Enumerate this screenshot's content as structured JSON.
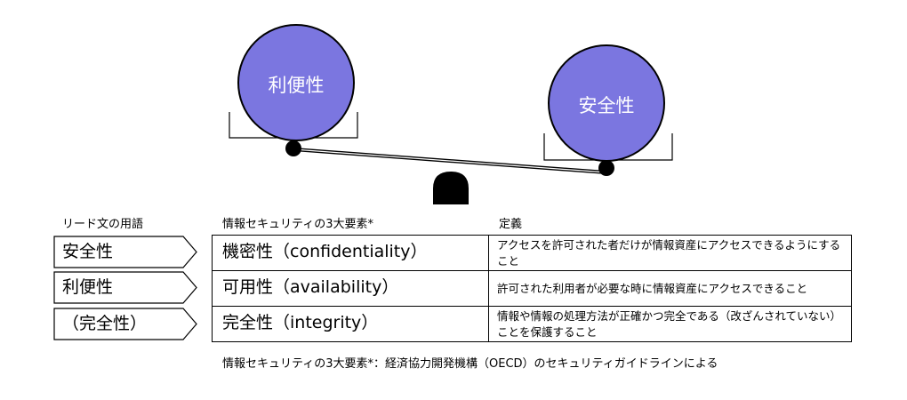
{
  "scale": {
    "left_ball_label": "利便性",
    "right_ball_label": "安全性",
    "ball_color": "#7b76e0"
  },
  "headers": {
    "term": "リード文の用語",
    "element": "情報セキュリティの3大要素*",
    "definition": "定義"
  },
  "rows": [
    {
      "term": "安全性",
      "element": "機密性（confidentiality）",
      "definition": "アクセスを許可された者だけが情報資産にアクセスできるようにすること"
    },
    {
      "term": "利便性",
      "element": "可用性（availability）",
      "definition": "許可された利用者が必要な時に情報資産にアクセスできること"
    },
    {
      "term": "（完全性）",
      "element": "完全性（integrity）",
      "definition": "情報や情報の処理方法が正確かつ完全である（改ざんされていない）ことを保護すること"
    }
  ],
  "footnote": "情報セキュリティの3大要素*：経済協力開発機構（OECD）のセキュリティガイドラインによる"
}
